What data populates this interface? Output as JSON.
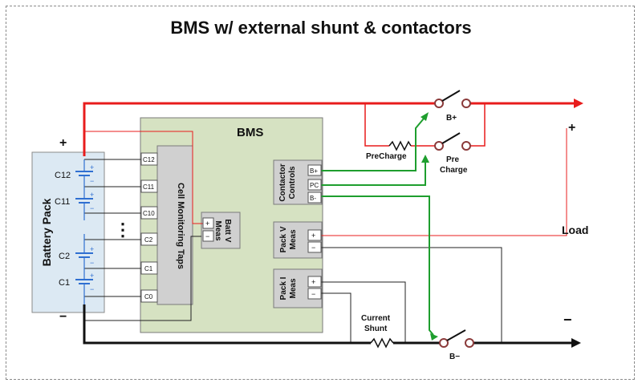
{
  "title": "BMS w/ external shunt & contactors",
  "labels": {
    "bms": "BMS",
    "battery_pack": "Battery Pack",
    "plus": "+",
    "minus": "−",
    "load": "Load",
    "load_plus": "+",
    "load_minus": "−",
    "b_plus": "B+",
    "b_minus": "B−",
    "pre_charge_line1": "Pre",
    "pre_charge_line2": "Charge",
    "precharge_resistor": "PreCharge",
    "current_shunt_line1": "Current",
    "current_shunt_line2": "Shunt",
    "cell_monitoring_taps": "Cell Monitoring Taps",
    "batt_v_meas_line1": "Batt V",
    "batt_v_meas_line2": "Meas",
    "contactor_controls_line1": "Contactor",
    "contactor_controls_line2": "Controls",
    "pack_v_meas_line1": "Pack V",
    "pack_v_meas_line2": "Meas",
    "pack_i_meas_line1": "Pack I",
    "pack_i_meas_line2": "Meas",
    "dots": "⋮"
  },
  "cells": [
    "C12",
    "C11",
    "C2",
    "C1"
  ],
  "taps": [
    "C12",
    "C11",
    "C10",
    "C2",
    "C1",
    "C0"
  ],
  "pins": {
    "batt_plus": "+",
    "batt_minus": "−",
    "bplus": "B+",
    "pc": "PC",
    "bminus": "B-",
    "packv_plus": "+",
    "packv_minus": "−",
    "packi_plus": "+",
    "packi_minus": "−"
  },
  "colors": {
    "positive": "#e81c1c",
    "negative": "#111111",
    "control": "#1e9e2e",
    "bms_fill": "#d6e2c2",
    "pack_fill": "#dce9f3",
    "module_fill": "#d0d0d0",
    "cell_color": "#2f6fd1"
  }
}
